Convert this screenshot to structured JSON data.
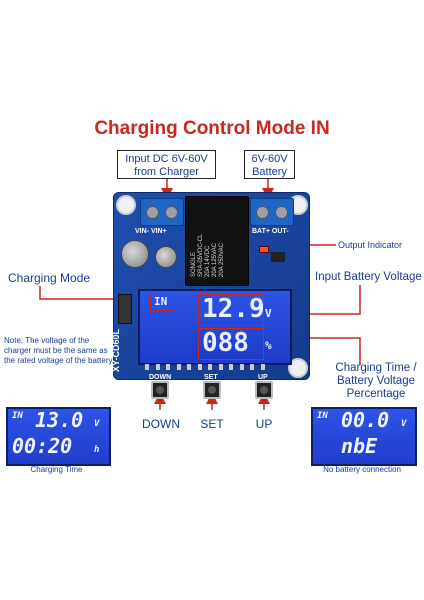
{
  "title": "Charging Control Mode IN",
  "callouts": {
    "input_dc": [
      "Input DC 6V-60V",
      "from Charger"
    ],
    "battery": [
      "6V-60V",
      "Battery"
    ],
    "output_indicator": "Output Indicator",
    "charging_mode": "Charging Mode",
    "input_battery_voltage": "Input Battery Voltage",
    "charging_time": [
      "Charging Time /",
      "Battery Voltage",
      "Percentage"
    ]
  },
  "note": "Note: The voltage of the charger must be the same as the rated voltage of the battery.",
  "buttons": {
    "down": "DOWN",
    "set": "SET",
    "up": "UP"
  },
  "board": {
    "vin_label": "VIN- VIN+",
    "out_label": "BAT+ OUT-",
    "model": "XY-CD60L",
    "relay_lines": [
      "SONGLE",
      "SRA-05VDC-CL",
      "20A 14VDC",
      "20A 125VAC",
      "20A 250VAC"
    ],
    "btn_down": "DOWN",
    "btn_set": "SET",
    "btn_up": "UP"
  },
  "main_display": {
    "mode": "IN",
    "top_value": "12.9",
    "top_unit": "V",
    "bottom_value": "088",
    "bottom_unit": "%"
  },
  "left_display": {
    "mode": "IN",
    "top_value": "13.0",
    "top_unit": "V",
    "bottom_value": "00:20",
    "bottom_unit": "h",
    "caption": "Charging Time"
  },
  "right_display": {
    "mode": "IN",
    "top_value": "00.0",
    "top_unit": "V",
    "bottom_value": "nbE",
    "caption": "No battery connection"
  },
  "colors": {
    "title": "#c8281e",
    "label": "#1a3d8f",
    "arrow": "#c8281e",
    "pcb": "#1f4fb0",
    "lcd": "#2d54e6"
  }
}
